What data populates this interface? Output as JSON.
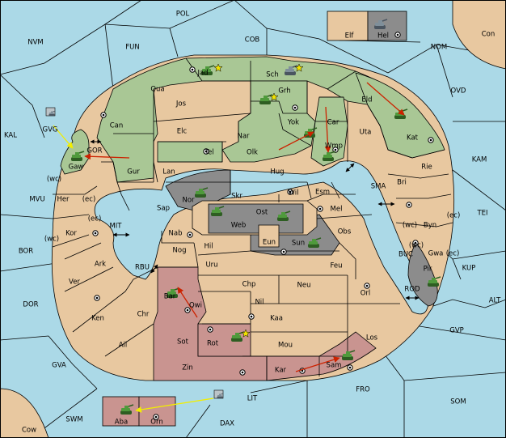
{
  "colors": {
    "sea": "#abd9e7",
    "land": "#e8c8a0",
    "player_green": "#a9c795",
    "player_red": "#c99490",
    "player_grey": "#8c8c8c",
    "tank_green": "#4f9a3c",
    "tank_grey": "#6f7f8a",
    "arrow_red": "#cc2200",
    "arrow_yellow": "#f2ee00"
  },
  "sea_labels": {
    "pol": "POL",
    "nvm": "NVM",
    "fun": "FUN",
    "cob": "COB",
    "nom": "NOM",
    "con": "Con",
    "ovd": "OVD",
    "kal": "KAL",
    "kam": "KAM",
    "tei": "TEI",
    "mvu": "MVU",
    "bor": "BOR",
    "dor": "DOR",
    "gva": "GVA",
    "swm": "SWM",
    "cow": "Cow",
    "dax": "DAX",
    "lit": "LIT",
    "fro": "FRO",
    "som": "SOM",
    "gvp": "GVP",
    "alt": "ALT",
    "kup": "KUP",
    "buc": "BUC",
    "rod": "ROD",
    "sma": "SMA",
    "mit": "MIT",
    "rbu": "RBU",
    "gor": "GOR",
    "gvg": "GVG"
  },
  "territories": {
    "elf": "Elf",
    "hel": "Hel",
    "jad": "Jad",
    "sch": "Sch",
    "qua": "Qua",
    "jos": "Jos",
    "grh": "Grh",
    "eld": "Eld",
    "can": "Can",
    "yok": "Yok",
    "car": "Car",
    "uta": "Uta",
    "kat": "Kat",
    "elc": "Elc",
    "nar": "Nar",
    "olk": "Olk",
    "wmp": "Wmp",
    "tel": "Tel",
    "gur": "Gur",
    "gaw": "Gaw",
    "lan": "Lan",
    "hug": "Hug",
    "rie": "Rie",
    "bri": "Bri",
    "her": "Her",
    "nor": "Nor",
    "skr": "Skr",
    "wil": "Wil",
    "esm": "Esm",
    "sap": "Sap",
    "ost": "Ost",
    "web": "Web",
    "mel": "Mel",
    "byn": "Byn",
    "kor": "Kor",
    "nab": "Nab",
    "eun": "Eun",
    "sun": "Sun",
    "obs": "Obs",
    "gwa": "Gwa",
    "hil": "Hil",
    "nog": "Nog",
    "ark": "Ark",
    "uru": "Uru",
    "feu": "Feu",
    "pir": "Pir",
    "ver": "Ver",
    "bar": "Bar",
    "chp": "Chp",
    "neu": "Neu",
    "orl": "Orl",
    "qwi": "Qwi",
    "nil": "Nil",
    "ken": "Ken",
    "chr": "Chr",
    "kaa": "Kaa",
    "ail": "Ail",
    "rot": "Rot",
    "sot": "Sot",
    "mou": "Mou",
    "los": "Los",
    "zin": "Zin",
    "kar": "Kar",
    "sam": "Sam",
    "aba": "Aba",
    "orn": "Orn"
  },
  "coast_marks": {
    "wc": "(wc)",
    "ec": "(ec)"
  }
}
